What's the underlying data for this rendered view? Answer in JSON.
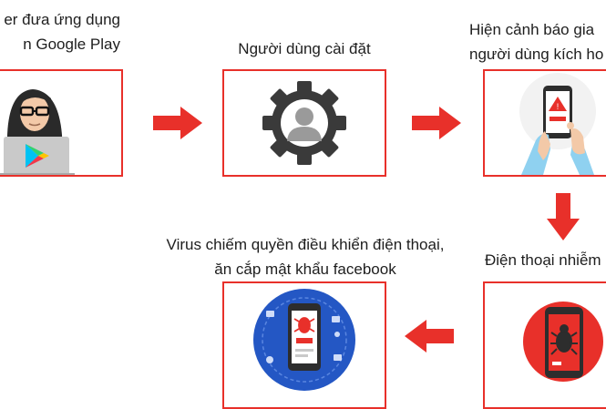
{
  "steps": [
    {
      "id": "hacker",
      "caption": [
        "er đưa ứng dụng",
        "n Google Play"
      ]
    },
    {
      "id": "install",
      "caption": [
        "Người dùng cài đặt"
      ]
    },
    {
      "id": "warning",
      "caption": [
        "Hiện cảnh báo gia",
        "người dùng kích ho"
      ]
    },
    {
      "id": "infected",
      "caption": [
        "Điện thoại nhiễm"
      ]
    },
    {
      "id": "virus",
      "caption": [
        "Virus chiếm quyền điều khiển điện thoại,",
        "ăn cắp mật khẩu facebook"
      ]
    }
  ],
  "colors": {
    "accent": "#e8302a",
    "gear": "#3a3a3a",
    "user": "#9a9a9a",
    "hood": "#2a2a2a",
    "skin": "#f3c9a8",
    "laptop": "#c9c9c9",
    "sky": "#8fd1f0",
    "blue": "#2457c4"
  },
  "icons": [
    "hacker-icon",
    "gear-user-icon",
    "phone-warning-icon",
    "phone-bug-icon",
    "phone-virus-globe-icon",
    "arrow-right-icon",
    "arrow-down-icon",
    "arrow-left-icon",
    "play-store-icon"
  ]
}
